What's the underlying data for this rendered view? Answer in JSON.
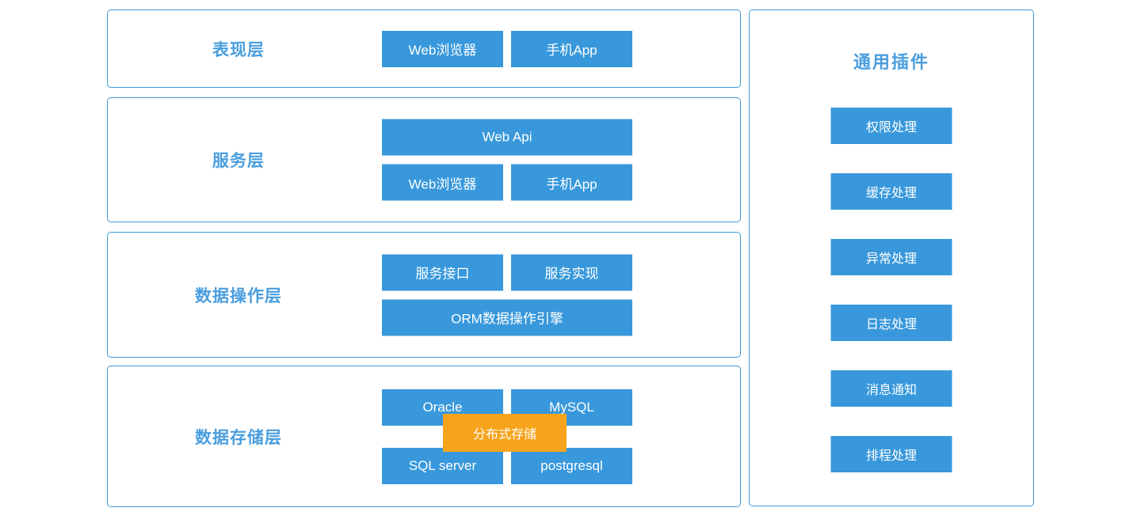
{
  "colors": {
    "node_blue": "#3898db",
    "panel_border_blue": "#3d9ad8",
    "label_blue": "#4a9ede",
    "overlay_orange": "#f7a41c",
    "node_text": "#ffffff"
  },
  "layers": [
    {
      "label": "表现层",
      "rows": [
        [
          "Web浏览器",
          "手机App"
        ]
      ]
    },
    {
      "label": "服务层",
      "rows": [
        [
          "Web Api"
        ],
        [
          "Web浏览器",
          "手机App"
        ]
      ]
    },
    {
      "label": "数据操作层",
      "rows": [
        [
          "服务接口",
          "服务实现"
        ],
        [
          "ORM数据操作引擎"
        ]
      ]
    },
    {
      "label": "数据存储层",
      "rows": [
        [
          "Oracle",
          "MySQL"
        ],
        [
          "SQL server",
          "postgresql"
        ]
      ],
      "overlay": "分布式存储"
    }
  ],
  "plugins": {
    "title": "通用插件",
    "items": [
      "权限处理",
      "缓存处理",
      "异常处理",
      "日志处理",
      "消息通知",
      "排程处理"
    ]
  }
}
